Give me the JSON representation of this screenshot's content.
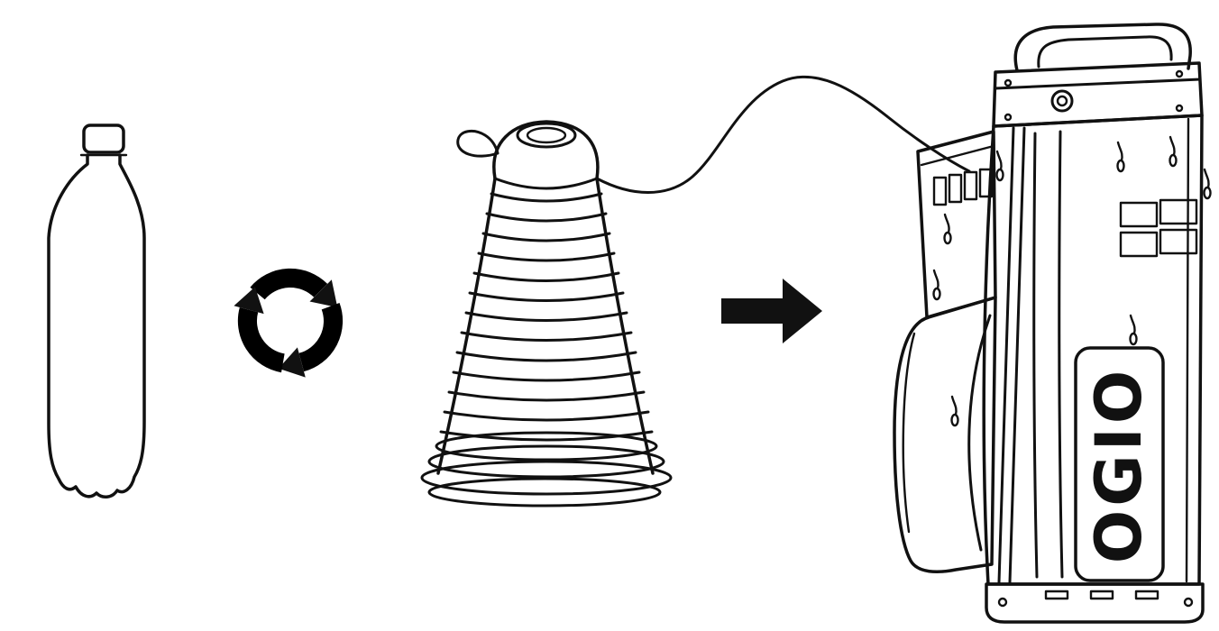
{
  "page": {
    "background_color": "#ffffff",
    "line_color": "#111111",
    "accent_color": "#000000"
  },
  "diagram": {
    "type": "process-flow",
    "brand_label": "OGIO",
    "steps": [
      {
        "order": 1,
        "icon": "plastic-bottle-icon",
        "meaning": "plastic bottle"
      },
      {
        "order": 2,
        "icon": "recycle-icon",
        "meaning": "recycling"
      },
      {
        "order": 3,
        "icon": "thread-cone-icon",
        "meaning": "recycled thread spool"
      },
      {
        "order": 4,
        "icon": "right-arrow-icon",
        "meaning": "becomes"
      },
      {
        "order": 5,
        "icon": "golf-bag-icon",
        "meaning": "golf cart bag",
        "label": "OGIO"
      }
    ]
  }
}
